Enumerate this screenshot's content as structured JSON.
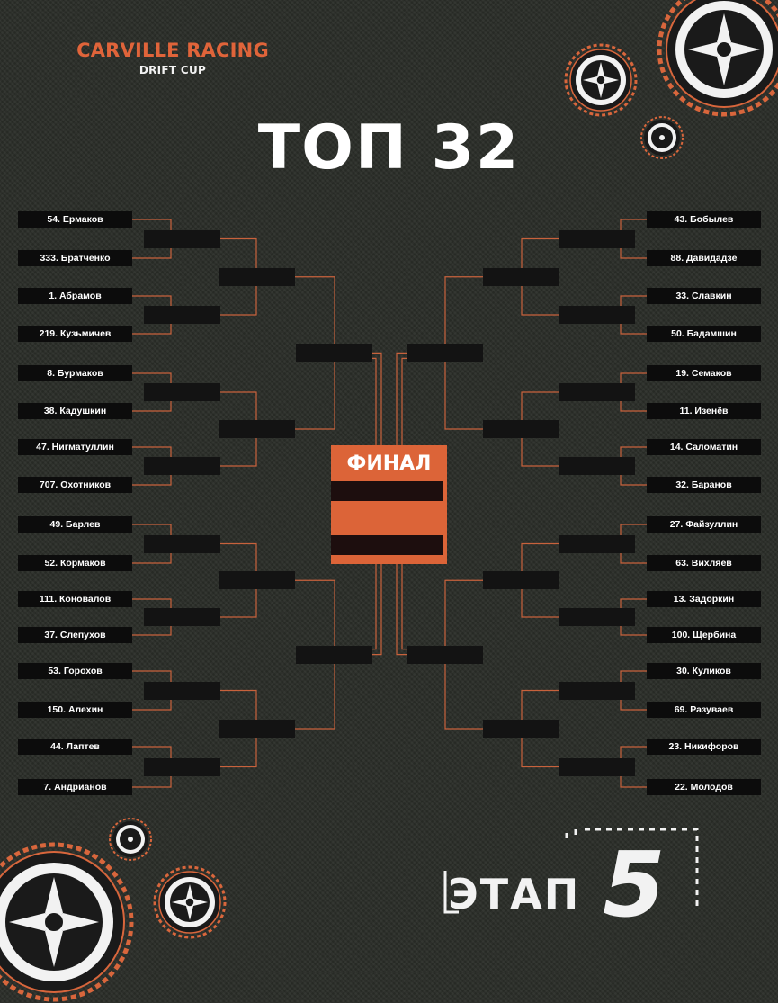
{
  "header": {
    "brand": "CARVILLE RACING",
    "subtitle": "DRIFT CUP",
    "title": "ТОП 32"
  },
  "bracket": {
    "left": [
      "54. Ермаков",
      "333. Братченко",
      "1. Абрамов",
      "219. Кузьмичев",
      "8. Бурмаков",
      "38. Кадушкин",
      "47. Нигматуллин",
      "707. Охотников",
      "49. Барлев",
      "52. Кормаков",
      "111. Коновалов",
      "37. Слепухов",
      "53. Горохов",
      "150. Алехин",
      "44. Лаптев",
      "7. Андрианов"
    ],
    "right": [
      "43. Бобылев",
      "88. Давидадзе",
      "33. Славкин",
      "50. Бадамшин",
      "19. Семаков",
      "11. Изенёв",
      "14. Саломатин",
      "32. Баранов",
      "27. Файзуллин",
      "63. Вихляев",
      "13. Задоркин",
      "100. Щербина",
      "30. Куликов",
      "69. Разуваев",
      "23. Никифоров",
      "22. Молодов"
    ],
    "final_label": "ФИНАЛ"
  },
  "stage_logo": {
    "text": "ЭТАП",
    "number": "5"
  },
  "colors": {
    "accent": "#dc6438",
    "background": "#2b2e29",
    "slot": "#131313",
    "line": "#c8623c"
  }
}
